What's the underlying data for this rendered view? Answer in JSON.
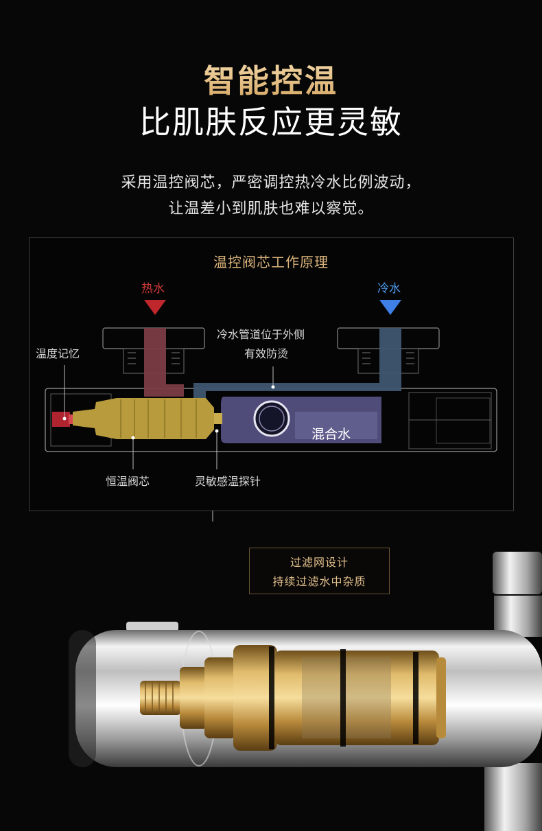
{
  "header": {
    "title_gold": "智能控温",
    "title_white": "比肌肤反应更灵敏",
    "desc_line1": "采用温控阀芯，严密调控热冷水比例波动，",
    "desc_line2": "让温差小到肌肤也难以察觉。"
  },
  "diagram": {
    "title": "温控阀芯工作原理",
    "hot_label": "热水",
    "cold_label": "冷水",
    "cold_pipe_line1": "冷水管道位于外侧",
    "cold_pipe_line2": "有效防烫",
    "temp_memory": "温度记忆",
    "mixed_water": "混合水",
    "valve_core": "恒温阀芯",
    "sensor_probe": "灵敏感温探针",
    "colors": {
      "hot": "#c0272d",
      "cold": "#2f6fdc",
      "gold": "#d9b27a"
    }
  },
  "filter": {
    "line1": "过滤网设计",
    "line2": "持续过滤水中杂质"
  }
}
